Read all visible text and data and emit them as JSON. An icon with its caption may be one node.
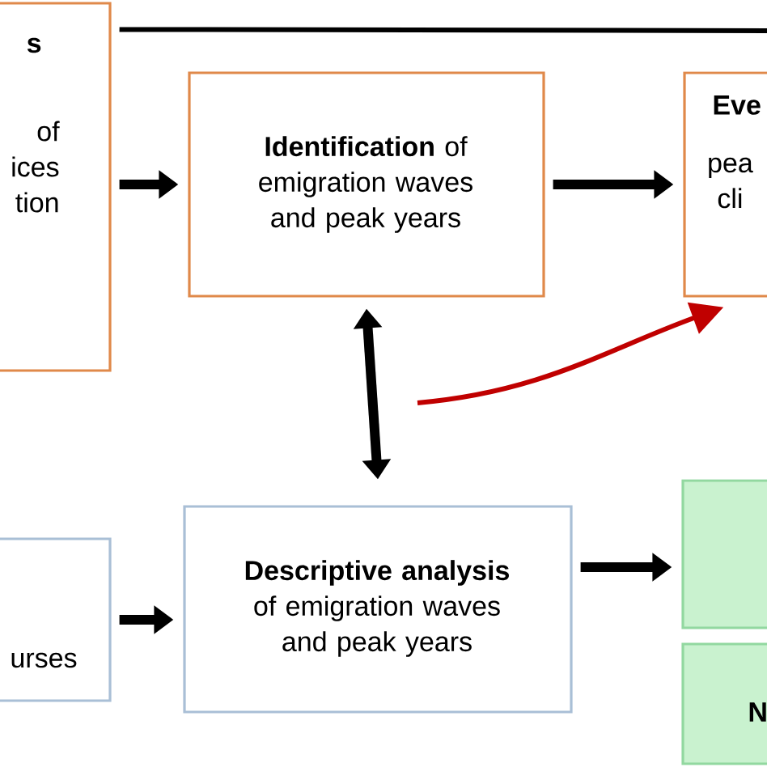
{
  "diagram": {
    "nodes": [
      {
        "text": [
          "s",
          "of ices tion"
        ]
      },
      {
        "text": [
          "**Identification** of emigration waves and peak years"
        ]
      },
      {
        "text": [
          "Eve",
          "pea cli"
        ]
      },
      {
        "text": [
          "urses"
        ]
      },
      {
        "text": [
          "**Descriptive analysis** of emigration waves and peak years"
        ]
      },
      {
        "text": [],
        "shape": "box"
      },
      {
        "text": [
          "N"
        ]
      }
    ],
    "edges": [
      {
        "from": 0,
        "to": 1,
        "arrow": "to"
      },
      {
        "from": 1,
        "to": 2,
        "arrow": "to"
      },
      {
        "from": 1,
        "to": 4,
        "arrow": "both"
      },
      {
        "from": null,
        "to": 2,
        "arrow": "to",
        "color": "#c00000"
      },
      {
        "from": 3,
        "to": 4,
        "arrow": "to"
      },
      {
        "from": 4,
        "to": 5,
        "arrow": "to"
      },
      {
        "from": 0,
        "to": null,
        "arrow": "none"
      }
    ]
  }
}
